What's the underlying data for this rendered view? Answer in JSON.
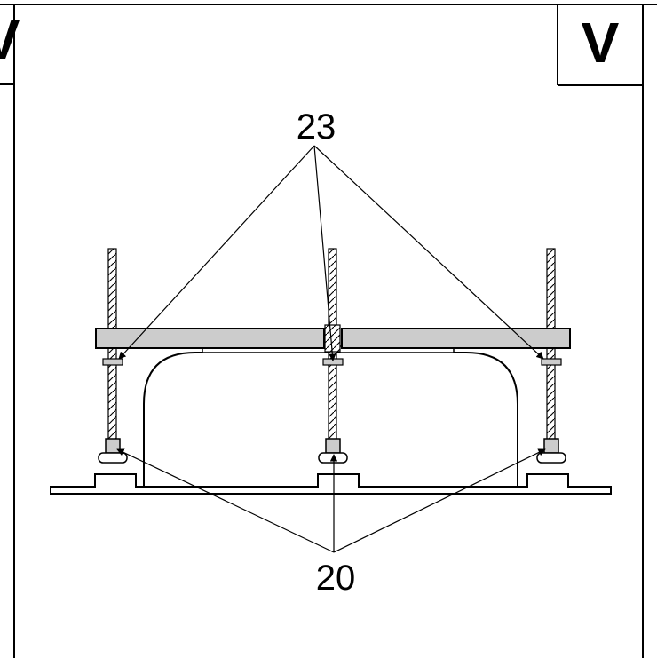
{
  "step_label": "V",
  "corner_label": "V",
  "callouts": {
    "upper": "23",
    "lower": "20"
  },
  "colors": {
    "line": "#000000",
    "part_fill": "#cccccc",
    "background": "#ffffff"
  }
}
